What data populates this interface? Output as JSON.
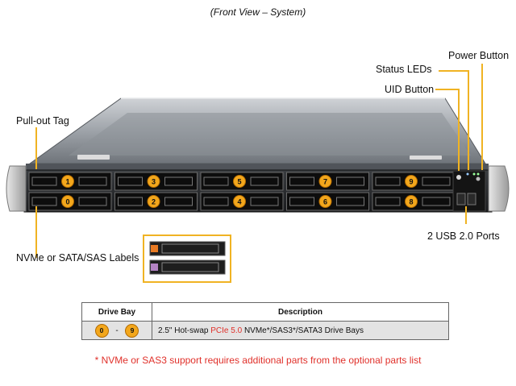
{
  "title": "(Front View – System)",
  "callouts": {
    "pull_out_tag": "Pull-out Tag",
    "nvme_labels": "NVMe or SATA/SAS Labels",
    "status_leds": "Status LEDs",
    "power_button": "Power Button",
    "uid_button": "UID Button",
    "usb_ports": "2 USB 2.0 Ports"
  },
  "drive_bays": {
    "top_row": [
      "1",
      "3",
      "5",
      "7",
      "9"
    ],
    "bottom_row": [
      "0",
      "2",
      "4",
      "6",
      "8"
    ]
  },
  "table": {
    "header_bay": "Drive Bay",
    "header_desc": "Description",
    "bay_start": "0",
    "bay_sep": "-",
    "bay_end": "9",
    "desc_part1": "2.5\" Hot-swap ",
    "desc_highlight": "PCIe 5.0",
    "desc_part2": " NVMe*/SAS3*/SATA3 Drive Bays"
  },
  "footnote": "* NVMe or SAS3 support requires additional parts from the optional parts list",
  "colors": {
    "leader": "#f0b323",
    "bay_number": "#f3a71c",
    "note_red": "#e0302a"
  }
}
